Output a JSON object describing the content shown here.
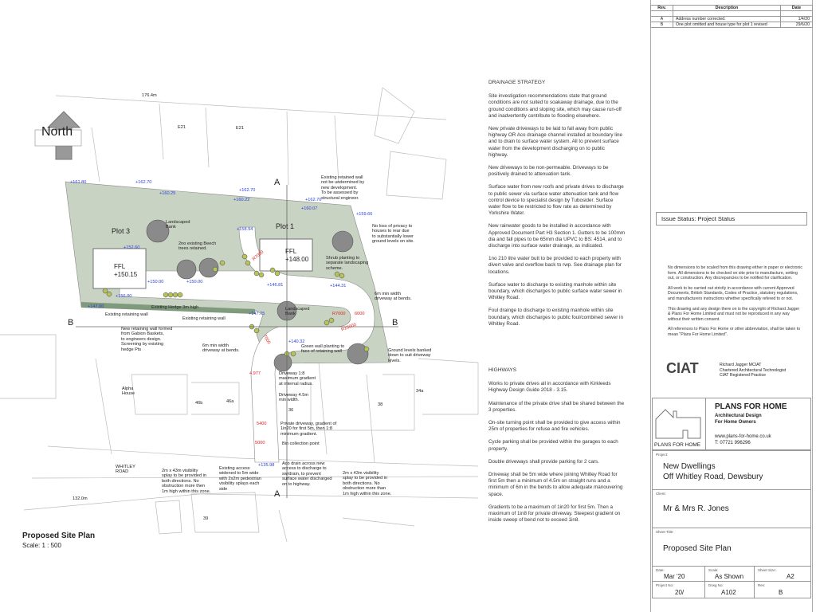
{
  "drawing": {
    "north_label": "North",
    "title": "Proposed Site Plan",
    "scale": "Scale:  1 : 500",
    "section_markers": {
      "a_top": "A",
      "a_bottom": "A",
      "b_left": "B",
      "b_right": "B"
    },
    "labels": {
      "contour_top": "176.4m",
      "e21a": "E21",
      "e21b": "E21",
      "plot3": "Plot 3",
      "plot1": "Plot 1",
      "landscaped_bank_1": "Landscaped\nBank",
      "beech": "2no existing Beech\ntrees retained.",
      "ffl3": "FFL\n+150.15",
      "ffl1": "FFL\n+148.00",
      "hedge": "Existing Hedge 3m high",
      "ret_wall_1": "Existing retaining wall",
      "ret_wall_2": "Existing retaining wall",
      "gabion": "New retaining wall formed\nfrom Gabion Baskets,\nto engineers design.\nScreening by existing\nhedge Pts",
      "min_width_left": "6m min width\ndriveway at bends.",
      "alpha": "Alpha\nHouse",
      "n46b": "46b",
      "n46a": "46a",
      "whitley": "WHITLEY\nROAD",
      "splay_left": "2m x 43m visibility\nsplay to be provided in\nboth directions. No\nobstruction more then\n1m high within this zone.",
      "access": "Existing access\nwidened to 5m wide\nwith 2x2m pedestrian\nvisibility splays each\nside",
      "contour_bottom": "132.0m",
      "n39": "39",
      "retained_wall": "Existing retained wall\nnot be undermined by\nnew development.\nTo be assessed by\nstructural engineer.",
      "privacy": "No loss of privacy to\nhouses to rear due\nto substantially lower\nground levels on site.",
      "shrub": "Shrub planting to\nseparate landscaping\nscheme.",
      "min_width_right": "6m min width\ndriveway at bends.",
      "landscaped_bank_2": "Landscaped\nBank",
      "green_wall": "Green wall planting to\nface of retaining wall",
      "ground_levels": "Ground levels banked\ndown to suit driveway\nlevels.",
      "drive_gradient": "Driveway 1:8\nmaximum gradient\nat internal radius.",
      "drive_width": "Driveway 4.5m\nmin width.",
      "n36": "36",
      "n38": "38",
      "n34a": "34a",
      "private_drive": "Private driveway, gradient of\n1in20 for first 5m, then 1:8\nminimum gradient.",
      "bin": "Bin collection point",
      "aco": "Aco drain across new\naccess to discharge to\nsw/drain, to prevent\nsurface water discharged\non to highway.",
      "splay_right": "2m x 43m visibility\nsplay to be provided in\nboth directions. No\nobstruction more than\n1m high within this zone."
    },
    "levels": [
      "+161.80",
      "+162.70",
      "+160.25",
      "+162.70",
      "+160.22",
      "+162.70",
      "+160.07",
      "+159.66",
      "+158.94",
      "+152.60",
      "+150.00",
      "+150.00",
      "+156.00",
      "+147.00",
      "+147.75",
      "+146.81",
      "+144.31",
      "+140.32",
      "+135.98"
    ],
    "dimensions": [
      "R7000",
      "6000",
      "R15000",
      "7000",
      "4.977",
      "5400",
      "5000",
      "R7000"
    ]
  },
  "drainage": {
    "heading": "DRAINAGE STRATEGY",
    "paragraphs": [
      "Site investigation recommendations state that ground conditions are not suited to soakaway drainage, due to the ground conditions and sloping site, which may cause run-off and inadvertently contribute to flooding elsewhere.",
      "New private driveways to be laid to fall away from public highway OR Aco drainage channel installed at boundary line and to drain to surface water system. All to prevent surface water from the development discharging on to public highway.",
      "New driveways to be non-permeable. Driveways to be positively drained to attenuation tank.",
      "Surface water from new roofs and private drives to discharge to public sewer via surface water attenuation tank and flow control device to specialist design by Tubosider. Surface water flow to be restricted to  flow rate as determined by Yorkshire Water.",
      "New rainwater goods to be installed in accordance with Approved Document Part H3 Section 1. Gutters to be 100mm dia and fall pipes to be 65mm dia UPVC to BS: 4514, and to discharge into surface water drainage, as indicated.",
      "1no 210 litre water butt to be provided to each property with divert valve and overflow back to rwp. See drainage plan for locations.",
      "Surface water to discharge to existing manhole within site boundary, which discharges to public surface water sewer in Whitley Road.",
      "Foul drainge to discharge to existing manhole within site boundary, which discharges to public foul/combined sewer in Whitley Road."
    ]
  },
  "highways": {
    "heading": "HIGHWAYS",
    "paragraphs": [
      "Works to private drives all in accordance with Kirkleeds Highway Design Guide 2018 - 3.15.",
      "Maintenance of the private drive shall be shared between the 3 properties.",
      "On-site turning point shall be provided to give access within 25m of properties for refuse and fire vehicles.",
      "Cycle parking shall be provided within the garages to each property.",
      "Double driveways shall provide parking for 2 cars.",
      "Driveway shall be 5m wide where joining Whitley Road for first 5m then a minimum of 4.5m on straight runs and a minimum of 6m in the bends to allow adequate manouvering space.",
      "Gradients to be a maximum of 1in20 for first 5m. Then a maximum of 1in8 for private driveway. Steepest gradient on inside sweep of bend not to exceed 1in8."
    ]
  },
  "revisions": {
    "headers": [
      "Rev.",
      "Description",
      "Date"
    ],
    "rows": [
      [
        "A",
        "Address number corrected.",
        "1/4/20"
      ],
      [
        "B",
        "One plot omitted and house type for plot 1 revised",
        "29/6/20"
      ]
    ]
  },
  "issue_status": "Issue Status:   Project Status",
  "general_notes": [
    "No dimensions to be scaled from this drawing either in paper or electronic form. All dimensions to be checked on site prior to manufacture, setting out, or construction. Any discrepancies to be notified for clarification.",
    "All work to be carried out strictly in accordance with current Approved Documents, British Standards, Codes of Practice, statutory regulations, and manufacturers instructions whether specifically refered to or not.",
    "This drawing and any design there on is the copyright of Richard Jagger & Plans For Home Limited and must not be reproduced in any way without their written consent.",
    "All references to Plans For Home or other abbreviation, shall be taken to mean \"Plans For Home Limited\"."
  ],
  "ciat": {
    "logo": "CIAT",
    "name": "Richard Jagger MCIAT",
    "role": "Chartered Architectural Technologist",
    "practice": "CIAT Registered Practice"
  },
  "company": {
    "logo_text": "PLANS FOR HOME",
    "name": "PLANS FOR HOME",
    "tag1": "Architectural Design",
    "tag2": "For Home Owners",
    "web": "www.plans-for-home.co.uk",
    "phone": "T: 07721 996296"
  },
  "title_block": {
    "project_label": "Project:",
    "project_line1": "New Dwellings",
    "project_line2": "Off Whitley Road, Dewsbury",
    "client_label": "Client:",
    "client": "Mr & Mrs R. Jones",
    "sheet_title_label": "Sheet Title:",
    "sheet_title": "Proposed Site Plan",
    "date_label": "Date:",
    "date": "Mar '20",
    "scale_label": "Scale:",
    "scale": "As Shown",
    "size_label": "Sheet Size:",
    "size": "A2",
    "projno_label": "Project No:",
    "projno": "20/",
    "dwg_label": "Drwg No:",
    "dwg": "A102",
    "rev_label": "Rev:",
    "rev": "B"
  },
  "colors": {
    "site_green": "#c9d3c3",
    "hedge": "#7f9a7c",
    "trees": "#8a8a8a",
    "shrubs": "#b8c25a",
    "levels": "#2a3fd6",
    "dimensions": "#e02020"
  }
}
